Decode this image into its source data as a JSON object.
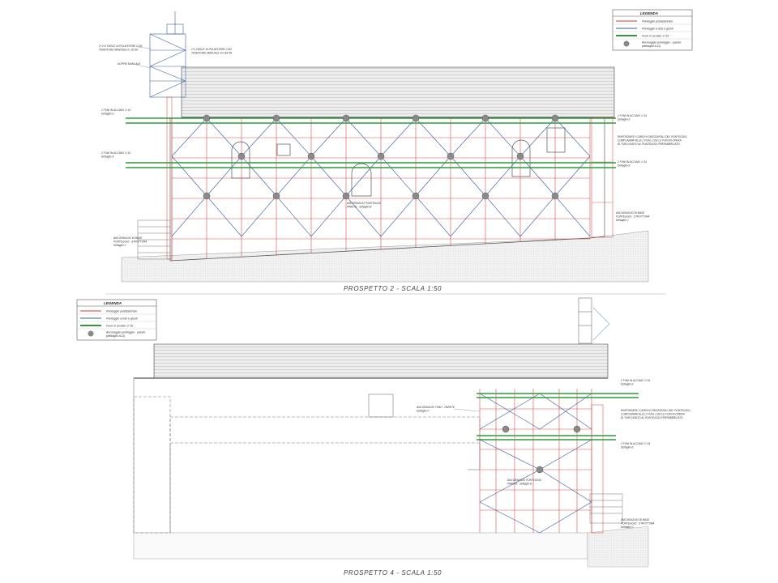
{
  "legend": {
    "title": "LEGENDA",
    "items": [
      {
        "label": "Ponteggio prefabbricato",
        "kind": "line",
        "color": "#d63a3a"
      },
      {
        "label": "Ponteggio a tubi e giunti",
        "kind": "line",
        "color": "#3a5f9a"
      },
      {
        "label": "Fune in acciaio ∅ 16",
        "kind": "line",
        "color": "#2e9a3a"
      },
      {
        "label": "Ancoraggio ponteggio - parete",
        "sub": "(dettaglio A-D)",
        "kind": "dot",
        "color": "#8a8a8a"
      }
    ]
  },
  "prospetto2": {
    "caption": "PROSPETTO 2 - SCALA 1:50",
    "notes": {
      "tower_top": [
        "2+2+2 FASCE IN POLIESTERE CON",
        "TENDITORE MANUALE m 15 DA"
      ],
      "tower_right": [
        "1+1 FASCE IN POLIESTERE CON",
        "TENDITORE MANUALE 1m DA 5N"
      ],
      "tower_left": "DOPPIE MANUALE",
      "rope_left_1": [
        "2 FUNI IN ACCIAIO ∅ 16",
        "Dettaglio E"
      ],
      "rope_left_2": [
        "2 FUNI IN ACCIAIO ∅ 16",
        "Dettaglio E"
      ],
      "rope_right_1": [
        "2 FUNI IN ACCIAIO ∅ 16",
        "Dettaglio E"
      ],
      "rope_right_2": [
        "2 FUNI IN ACCIAIO ∅ 16",
        "Dettaglio E"
      ],
      "reinforce": [
        "RINFORZARE I CARICHI ORIZZONTALI DEL PONTEGGIO,",
        "COMPLANARI ALLE 2 FUNI, CON LE FUNI IN OPERA",
        "DI TUBI GIUNTO AL PONTEGGIO PREFABBRICATO"
      ],
      "anchor_wall": [
        "ANCORAGGIO PONTEGGIO",
        "PARETE - dettaglio B"
      ],
      "anchor_right": [
        "ANCORAGGIO DI BASE",
        "PONTEGGIO - STRUTTURA",
        "Dettaglio C"
      ],
      "anchor_left": [
        "ANCORAGGIO DI BASE",
        "PONTEGGIO - STRUTTURA",
        "Dettaglio C"
      ]
    }
  },
  "prospetto4": {
    "caption": "PROSPETTO 4 - SCALA 1:50",
    "notes": {
      "rope_right_1": [
        "2 FUNI IN ACCIAIO ∅ 16",
        "Dettaglio E"
      ],
      "rope_right_2": [
        "2 FUNI IN ACCIAIO ∅ 16",
        "Dettaglio E"
      ],
      "anchor_tube": [
        "ANCORAGGIO TUBO - PARETE",
        "Dettaglio F"
      ],
      "reinforce": [
        "RINFORZARE I CARICHI ORIZZONTALI DEL PONTEGGIO,",
        "COMPLANARI ALLE 2 FUNI, CON LE FUNI IN OPERA",
        "DI TUBI GIUNTO AL PONTEGGIO PREFABBRICATO"
      ],
      "anchor_wall": [
        "ANCORAGGIO PONTEGGIO",
        "PARETE - dettaglio B"
      ],
      "anchor_base": [
        "ANCORAGGIO DI BASE",
        "PONTEGGIO - STRUTTURA",
        "Dettaglio C"
      ]
    }
  }
}
